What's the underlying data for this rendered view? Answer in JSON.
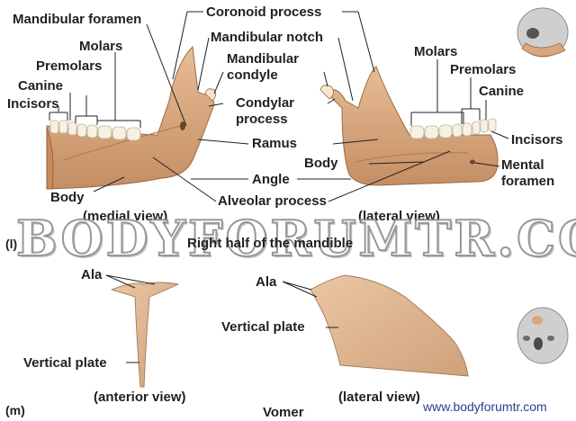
{
  "watermark": {
    "text": "BODYFORUMTR.COM",
    "url": "www.bodyforumtr.com"
  },
  "panel_l": {
    "letter": "(l)",
    "title": "Right half of the mandible",
    "medial": {
      "view_label": "(medial view)",
      "labels": {
        "mandibular_foramen": "Mandibular foramen",
        "molars": "Molars",
        "premolars": "Premolars",
        "canine": "Canine",
        "incisors": "Incisors",
        "body": "Body"
      }
    },
    "center_labels": {
      "coronoid_process": "Coronoid process",
      "mandibular_notch": "Mandibular notch",
      "mandibular_condyle_1": "Mandibular",
      "mandibular_condyle_2": "condyle",
      "condylar_process_1": "Condylar",
      "condylar_process_2": "process",
      "ramus": "Ramus",
      "angle": "Angle",
      "alveolar_process": "Alveolar process"
    },
    "lateral": {
      "view_label": "(lateral view)",
      "labels": {
        "molars": "Molars",
        "premolars": "Premolars",
        "canine": "Canine",
        "incisors": "Incisors",
        "body": "Body",
        "mental_foramen_1": "Mental",
        "mental_foramen_2": "foramen"
      }
    }
  },
  "panel_m": {
    "letter": "(m)",
    "title": "Vomer",
    "anterior": {
      "view_label": "(anterior view)",
      "ala": "Ala",
      "vertical_plate": "Vertical plate"
    },
    "lateral": {
      "view_label": "(lateral view)",
      "ala": "Ala",
      "vertical_plate": "Vertical plate"
    }
  },
  "colors": {
    "bone": "#dcab83",
    "bone_dark": "#b07c57",
    "tooth": "#f6f1e4",
    "label_text": "#231f20",
    "leader_line": "#231f20",
    "skull": "#c9c9c9",
    "url": "#2b3e8c"
  }
}
